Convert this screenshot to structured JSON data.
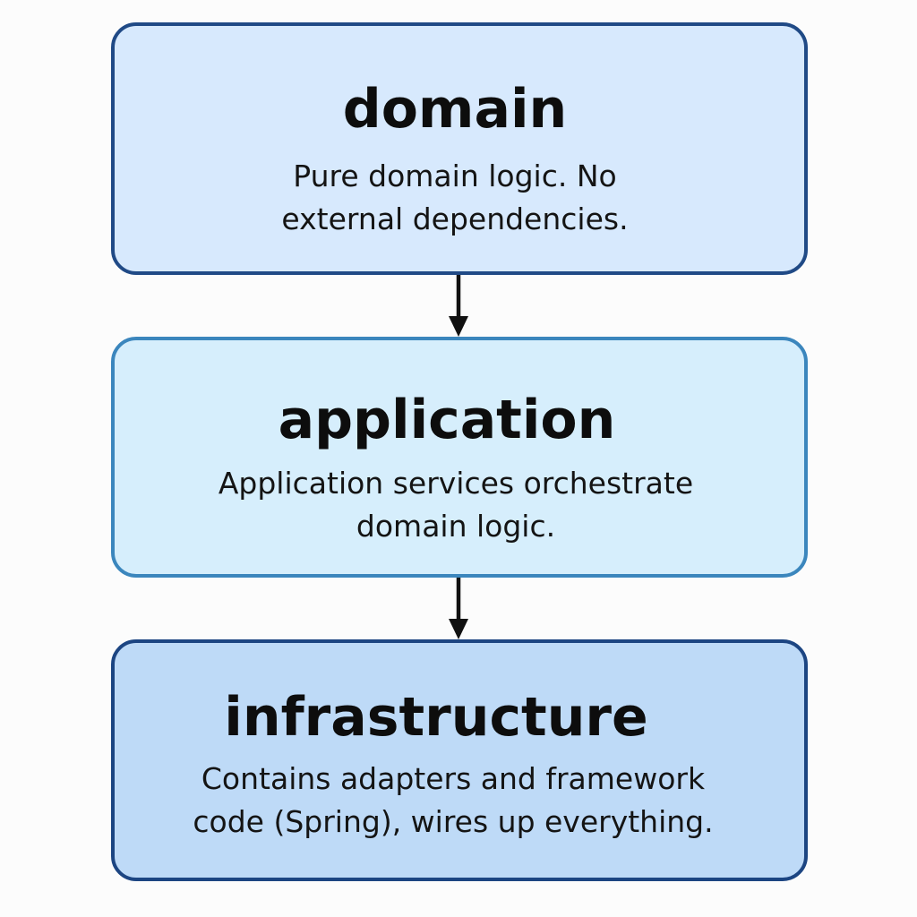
{
  "diagram": {
    "layers": [
      {
        "title": "domain",
        "desc_line1": "Pure domain logic. No",
        "desc_line2": "external dependencies."
      },
      {
        "title": "application",
        "desc_line1": "Application services orchestrate",
        "desc_line2": "domain logic."
      },
      {
        "title": "infrastructure",
        "desc_line1": "Contains adapters and framework",
        "desc_line2": "code (Spring), wires up everything."
      }
    ],
    "colors": {
      "domain_fill": "#d7e9fd",
      "application_fill": "#d6eefc",
      "infrastructure_fill": "#bedaf7",
      "border_dark": "#204a86",
      "border_light": "#3b86bd",
      "arrow": "#111111"
    }
  }
}
